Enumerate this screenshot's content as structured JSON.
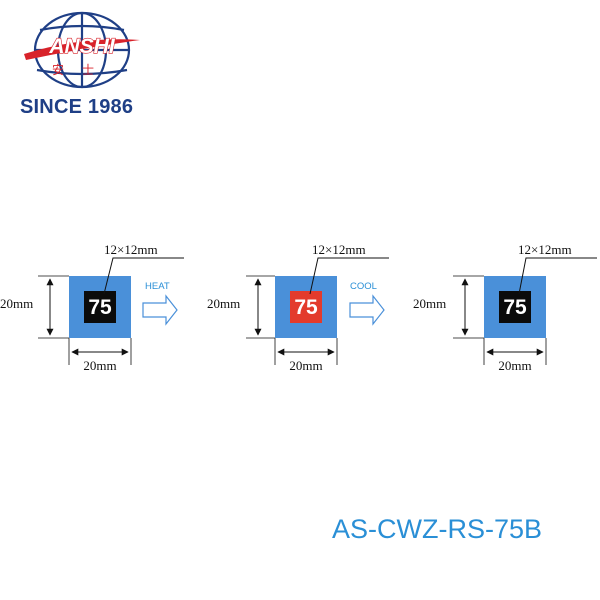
{
  "logo": {
    "brand": "ANSHI",
    "chinese": "安士",
    "since": "SINCE 1986"
  },
  "stages": [
    {
      "chip_text": "75",
      "chip_color": "#0b0b0b",
      "width_label": "20mm",
      "height_label": "20mm",
      "chip_size_label": "12×12mm"
    },
    {
      "chip_text": "75",
      "chip_color": "#e33b2c",
      "width_label": "20mm",
      "height_label": "20mm",
      "chip_size_label": "12×12mm"
    },
    {
      "chip_text": "75",
      "chip_color": "#0b0b0b",
      "width_label": "20mm",
      "height_label": "20mm",
      "chip_size_label": "12×12mm"
    }
  ],
  "transitions": [
    {
      "label": "HEAT"
    },
    {
      "label": "COOL"
    }
  ],
  "model_code": "AS-CWZ-RS-75B",
  "colors": {
    "label_blue": "#4a90d9",
    "brand_red": "#d8222a",
    "brand_navy": "#1f3f86",
    "accent_blue": "#2a8fd6"
  }
}
